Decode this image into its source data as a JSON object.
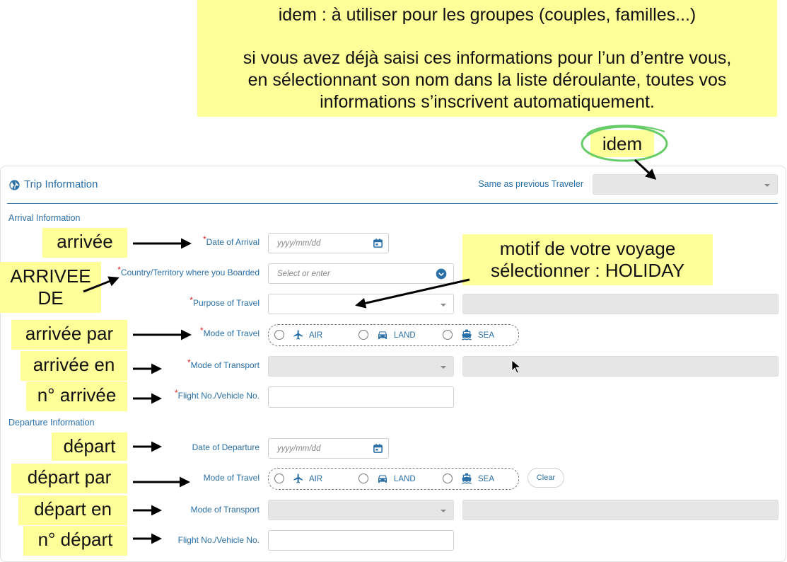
{
  "notes": {
    "top_line1": "idem : à utiliser pour les groupes (couples, familles...)",
    "top_line2": "si vous avez déjà saisi ces informations pour l’un d’entre vous,",
    "top_line3": "en sélectionnant son nom dans la liste déroulante, toutes vos",
    "top_line4": "informations s’inscrivent automatiquement.",
    "idem": "idem",
    "motif_line1": "motif de votre voyage",
    "motif_line2": "sélectionner : HOLIDAY",
    "arrivee": "arrivée",
    "arrivee_de_1": "ARRIVEE",
    "arrivee_de_2": "DE",
    "arrivee_par": "arrivée par",
    "arrivee_en": "arrivée en",
    "no_arrivee": "n° arrivée",
    "depart": "départ",
    "depart_par": "départ par",
    "depart_en": "départ en",
    "no_depart": "n° départ"
  },
  "form": {
    "title": "Trip Information",
    "same_as_label": "Same as previous Traveler",
    "arrival_section": "Arrival Information",
    "departure_section": "Departure Information",
    "required_mark": "*",
    "date_of_arrival": "Date of Arrival",
    "country_boarded": "Country/Territory where you Boarded",
    "purpose_of_travel": "Purpose of Travel",
    "mode_of_travel": "Mode of Travel",
    "mode_of_transport": "Mode of Transport",
    "flight_vehicle_no": "Flight No./Vehicle No.",
    "date_of_departure": "Date of Departure",
    "date_placeholder": "yyyy/mm/dd",
    "select_placeholder": "Select or enter",
    "opt_air": "AIR",
    "opt_land": "LAND",
    "opt_sea": "SEA",
    "clear": "Clear"
  },
  "colors": {
    "accent": "#2a6fa6",
    "note_bg": "#ffff99",
    "required": "#e02020",
    "circle": "#66cc66"
  }
}
